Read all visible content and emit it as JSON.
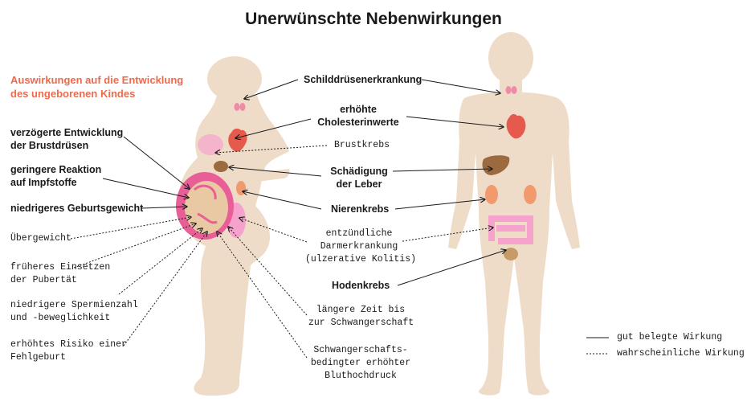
{
  "title": "Unerwünschte Nebenwirkungen",
  "section_heading": "Auswirkungen auf die Entwicklung\ndes ungeborenen Kindes",
  "colors": {
    "body": "#efdcc8",
    "uterus": "#e85e96",
    "fetus": "#e9c9a4",
    "heart": "#e65a4e",
    "thyroid": "#f08aa6",
    "liver": "#9b6a3e",
    "kidney": "#f09a6e",
    "intestine": "#f5a3cc",
    "breast": "#f4b4cc",
    "accent": "#ee6a4a",
    "line": "#1a1a1a"
  },
  "left_labels": [
    {
      "text": "verzögerte Entwicklung\nder Brustdrüsen",
      "style": "solid"
    },
    {
      "text": "geringere Reaktion\nauf Impfstoffe",
      "style": "solid"
    },
    {
      "text": "niedrigeres Geburtsgewicht",
      "style": "solid"
    },
    {
      "text": "Übergewicht",
      "style": "dotted"
    },
    {
      "text": "früheres Einsetzen\nder Pubertät",
      "style": "dotted"
    },
    {
      "text": "niedrigere Spermienzahl\nund -beweglichkeit",
      "style": "dotted"
    },
    {
      "text": "erhöhtes Risiko einer\nFehlgeburt",
      "style": "dotted"
    }
  ],
  "center_labels": [
    {
      "text": "Schilddrüsenerkrankung",
      "style": "solid"
    },
    {
      "text": "erhöhte\nCholesterinwerte",
      "style": "solid"
    },
    {
      "text": "Brustkrebs",
      "style": "dotted"
    },
    {
      "text": "Schädigung\nder Leber",
      "style": "solid"
    },
    {
      "text": "Nierenkrebs",
      "style": "solid"
    },
    {
      "text": "entzündliche\nDarmerkrankung\n(ulzerative Kolitis)",
      "style": "dotted"
    },
    {
      "text": "Hodenkrebs",
      "style": "solid"
    },
    {
      "text": "längere Zeit bis\nzur Schwangerschaft",
      "style": "dotted"
    },
    {
      "text": "Schwangerschafts-\nbedingter erhöhter\nBluthochdruck",
      "style": "dotted"
    }
  ],
  "legend": [
    {
      "text": "gut belegte Wirkung",
      "style": "solid"
    },
    {
      "text": "wahrscheinliche Wirkung",
      "style": "dotted"
    }
  ]
}
